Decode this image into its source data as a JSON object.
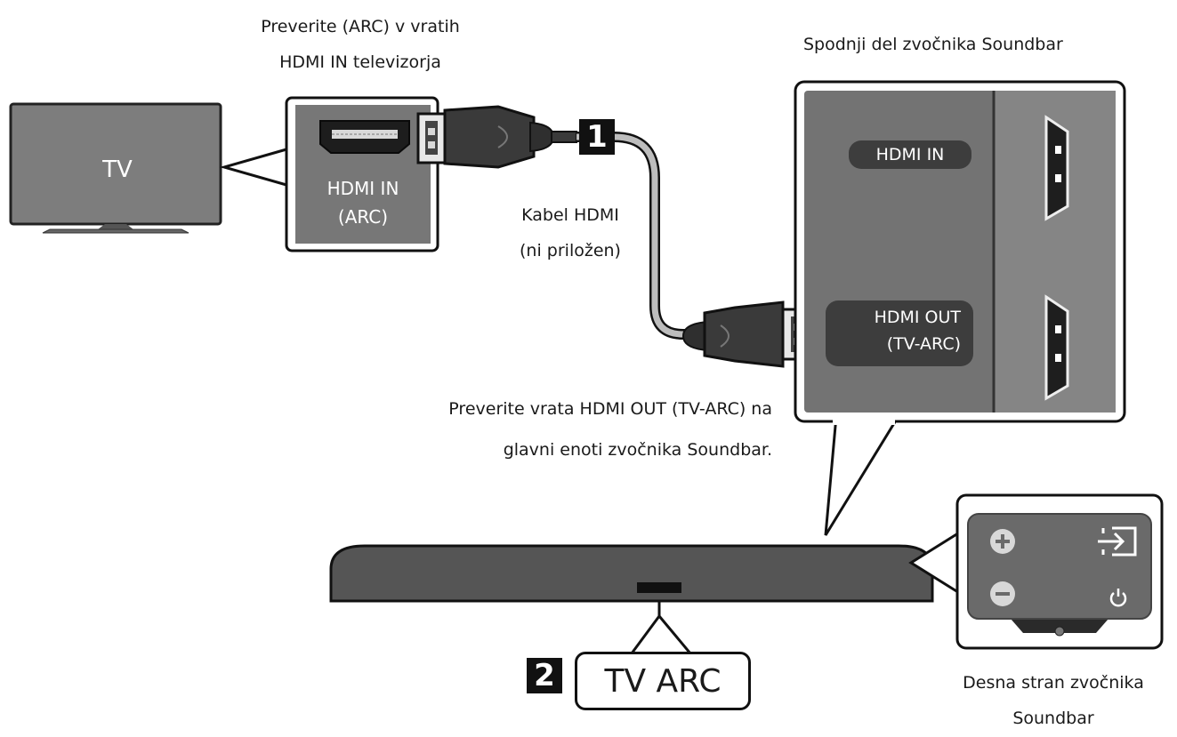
{
  "tv": {
    "label": "TV"
  },
  "tv_port": {
    "caption_line1": "Preverite (ARC) v vratih",
    "caption_line2": "HDMI IN televizorja",
    "port_label_line1": "HDMI IN",
    "port_label_line2": "(ARC)"
  },
  "cable": {
    "step_number": "1",
    "label_line1": "Kabel HDMI",
    "label_line2": "(ni priložen)"
  },
  "soundbar_bottom": {
    "title": "Spodnji del zvočnika Soundbar",
    "hdmi_in_label": "HDMI IN",
    "hdmi_out_line1": "HDMI OUT",
    "hdmi_out_line2": "(TV-ARC)"
  },
  "soundbar_main": {
    "note_line1": "Preverite vrata HDMI OUT (TV-ARC) na",
    "note_line2": "glavni enoti zvočnika Soundbar."
  },
  "indicator": {
    "step_number": "2",
    "label": "TV ARC"
  },
  "soundbar_side": {
    "caption_line1": "Desna stran zvočnika",
    "caption_line2": "Soundbar"
  },
  "icons": [
    "tv-icon",
    "hdmi-port-icon",
    "hdmi-plug-icon",
    "volume-up-icon",
    "volume-down-icon",
    "source-icon",
    "power-icon"
  ],
  "colors": {
    "panel_dark": "#3d3d3d",
    "panel_mid": "#6e6e6e",
    "panel_light": "#8a8a8a",
    "cable": "#bdbdbd",
    "outline": "#111111"
  }
}
